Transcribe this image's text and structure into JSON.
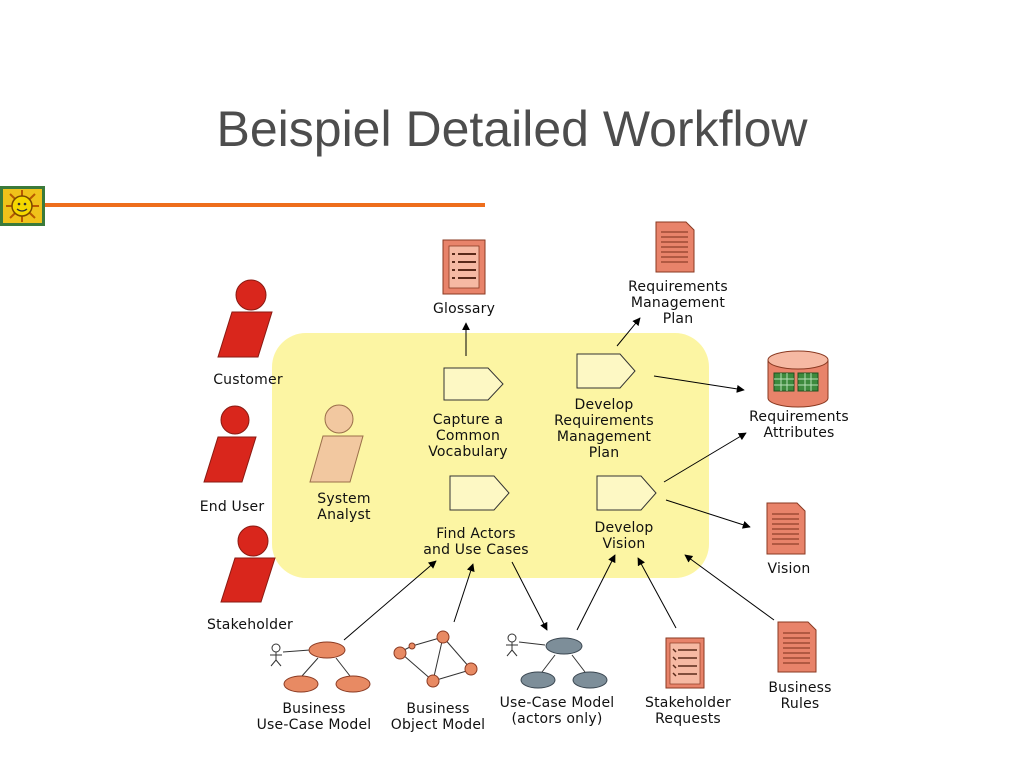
{
  "title": "Beispiel Detailed Workflow",
  "roles": {
    "customer": "Customer",
    "end_user": "End User",
    "stakeholder": "Stakeholder",
    "system_analyst": "System\nAnalyst"
  },
  "activities": {
    "capture_vocabulary": "Capture a\nCommon\nVocabulary",
    "find_actors": "Find Actors\nand Use Cases",
    "develop_req_plan": "Develop\nRequirements\nManagement\nPlan",
    "develop_vision": "Develop\nVision"
  },
  "artifacts": {
    "glossary": "Glossary",
    "req_mgmt_plan": "Requirements\nManagement\nPlan",
    "req_attributes": "Requirements\nAttributes",
    "vision": "Vision",
    "business_rules": "Business\nRules",
    "stakeholder_requests": "Stakeholder\nRequests",
    "use_case_model": "Use-Case Model\n(actors only)",
    "business_object_model": "Business\nObject Model",
    "business_use_case_model": "Business\nUse-Case Model"
  },
  "colors": {
    "title": "#4d4d4d",
    "rule": "#ee6e1c",
    "area": "#fcf5a3",
    "worker": "#d9261c",
    "analyst": "#f2c8a0",
    "activity": "#fdf8c4",
    "doc": "#e8836a",
    "model_node": "#e88a63",
    "uc_node": "#7d8e99"
  }
}
